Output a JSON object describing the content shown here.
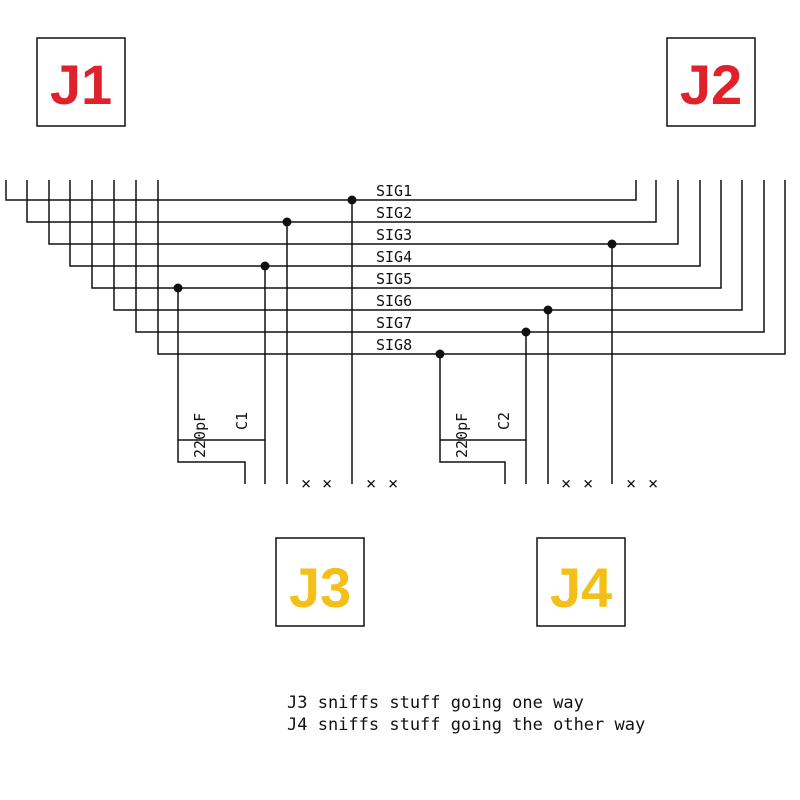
{
  "connectors": {
    "j1": "J1",
    "j2": "J2",
    "j3": "J3",
    "j4": "J4",
    "red": "#e0202a",
    "yellow": "#f5bf1a"
  },
  "signals": [
    "SIG1",
    "SIG2",
    "SIG3",
    "SIG4",
    "SIG5",
    "SIG6",
    "SIG7",
    "SIG8"
  ],
  "components": {
    "j3_cap_value": "220pF",
    "j3_cap_ref": "C1",
    "j4_cap_value": "220pF",
    "j4_cap_ref": "C2"
  },
  "no_connect": "×",
  "caption": {
    "line1": "J3 sniffs stuff going one way",
    "line2": "J4 sniffs stuff going the other way"
  }
}
